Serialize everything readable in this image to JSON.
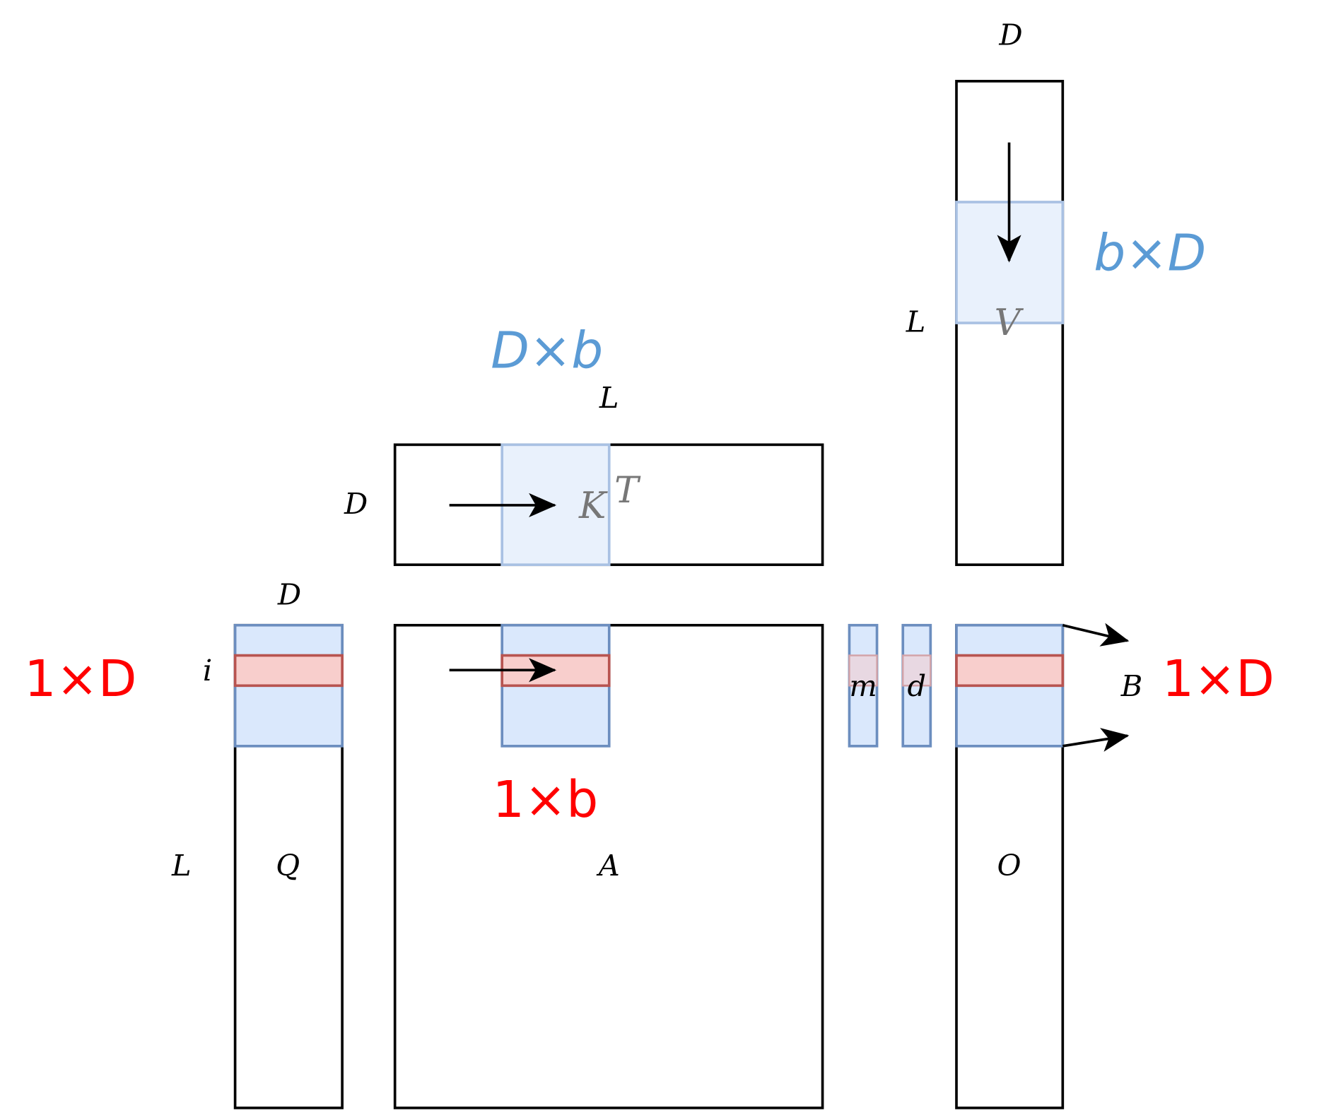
{
  "labels": {
    "v_top": "D",
    "v_side": "L",
    "v_name": "V",
    "v_block": "b×D",
    "k_top": "L",
    "k_side": "D",
    "k_name": "K",
    "k_sup": "T",
    "k_block": "D×b",
    "q_top": "D",
    "q_row": "i",
    "q_side": "L",
    "q_name": "Q",
    "q_block": "1×D",
    "a_name": "A",
    "a_block": "1×b",
    "m_name": "m",
    "d_name": "d",
    "o_name": "O",
    "o_side": "B",
    "o_block": "1×D"
  },
  "colors": {
    "red": "#ff0000",
    "blue": "#5b9bd5",
    "block_fill": "#dae8fc",
    "row_fill": "#f8cecc"
  }
}
